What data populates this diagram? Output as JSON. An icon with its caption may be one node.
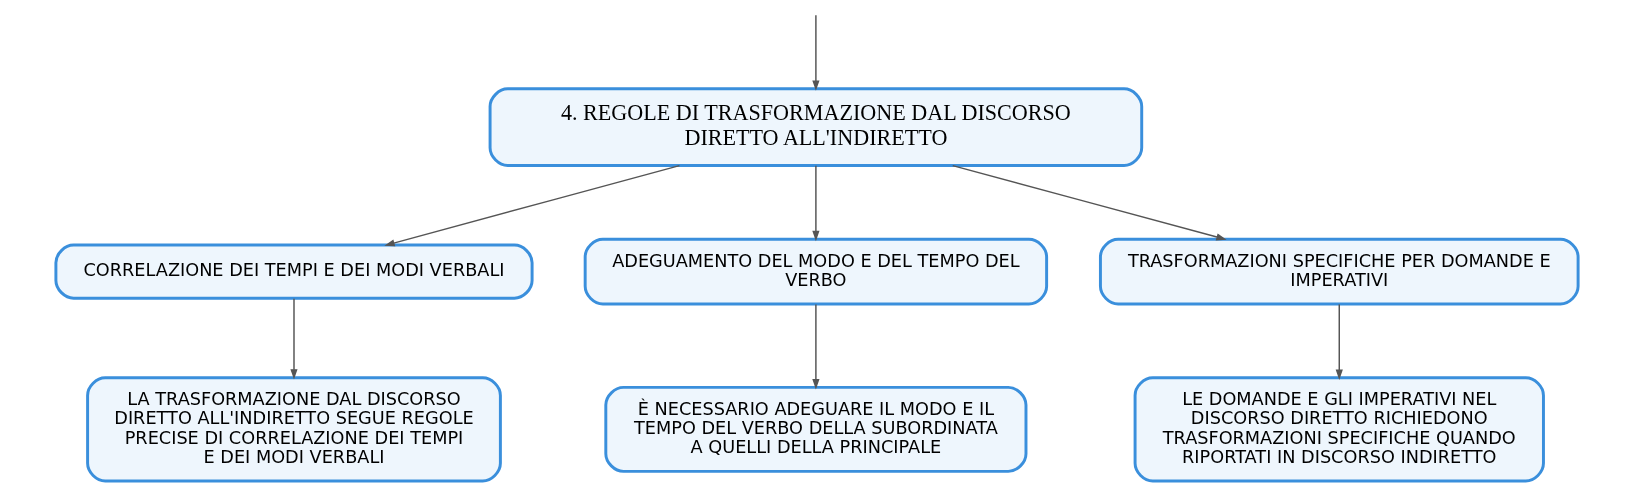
{
  "diagram": {
    "nodes": [
      {
        "text": [
          "4. REGOLE DI TRASFORMAZIONE DAL DISCORSO DIRETTO ALL'INDIRETTO"
        ]
      },
      {
        "text": [
          "CORRELAZIONE DEI TEMPI E DEI MODI VERBALI"
        ]
      },
      {
        "text": [
          "ADEGUAMENTO DEL MODO E DEL TEMPO DEL VERBO"
        ]
      },
      {
        "text": [
          "TRASFORMAZIONI SPECIFICHE PER DOMANDE E IMPERATIVI"
        ]
      },
      {
        "text": [
          "LA TRASFORMAZIONE DAL DISCORSO DIRETTO ALL'INDIRETTO SEGUE REGOLE PRECISE DI CORRELAZIONE DEI TEMPI E DEI MODI VERBALI"
        ]
      },
      {
        "text": [
          "È NECESSARIO ADEGUARE IL MODO E IL TEMPO DEL VERBO DELLA SUBORDINATA A QUELLI DELLA PRINCIPALE"
        ]
      },
      {
        "text": [
          "LE DOMANDE E GLI IMPERATIVI NEL DISCORSO DIRETTO RICHIEDONO TRASFORMAZIONI SPECIFICHE QUANDO RIPORTATI IN DISCORSO INDIRETTO"
        ]
      }
    ],
    "edges": [
      {
        "from": null,
        "to": 0,
        "arrow": "to"
      },
      {
        "from": 0,
        "to": 1,
        "arrow": "to"
      },
      {
        "from": 0,
        "to": 2,
        "arrow": "to"
      },
      {
        "from": 0,
        "to": 3,
        "arrow": "to"
      },
      {
        "from": 1,
        "to": 4,
        "arrow": "to"
      },
      {
        "from": 2,
        "to": 5,
        "arrow": "to"
      },
      {
        "from": 3,
        "to": 6,
        "arrow": "to"
      }
    ]
  }
}
